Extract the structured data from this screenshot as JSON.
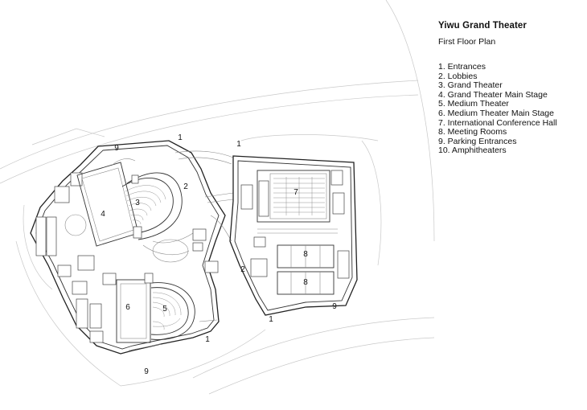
{
  "title": "Yiwu Grand Theater",
  "subtitle": "First Floor Plan",
  "legend": [
    "1. Entrances",
    "2. Lobbies",
    "3. Grand Theater",
    "4. Grand Theater Main Stage",
    "5. Medium Theater",
    "6. Medium Theater Main Stage",
    "7. International Conference Hall",
    "8. Meeting Rooms",
    "9. Parking Entrances",
    "10. Amphitheaters"
  ],
  "plan_labels": {
    "entrance_1a": "1",
    "entrance_1b": "1",
    "entrance_1c": "1",
    "entrance_1d": "1",
    "lobby_2a": "2",
    "lobby_2b": "2",
    "grand_theater": "3",
    "grand_main_stage": "4",
    "medium_theater": "5",
    "medium_main_stage": "6",
    "conference_hall": "7",
    "meeting_room_a": "8",
    "meeting_room_b": "8",
    "parking_9a": "9",
    "parking_9b": "9",
    "parking_9c": "9"
  }
}
